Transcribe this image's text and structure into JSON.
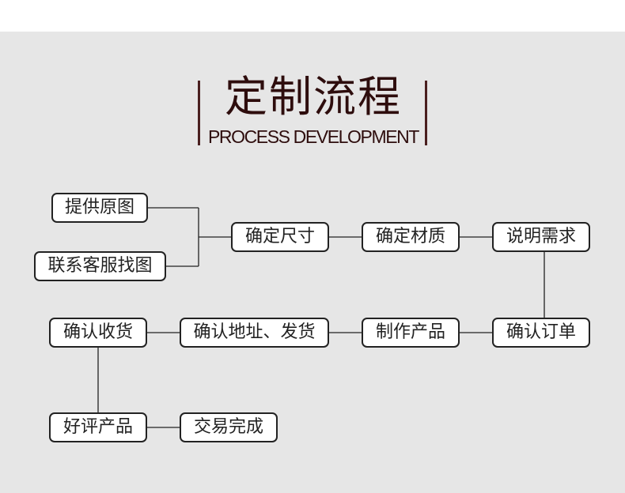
{
  "header": {
    "title": "定制流程",
    "subtitle": "PROCESS DEVELOPMENT"
  },
  "steps": {
    "provide_image": "提供原图",
    "contact_service": "联系客服找图",
    "confirm_size": "确定尺寸",
    "confirm_material": "确定材质",
    "explain_needs": "说明需求",
    "confirm_order": "确认订单",
    "make_product": "制作产品",
    "confirm_address": "确认地址、发货",
    "confirm_receipt": "确认收货",
    "good_review": "好评产品",
    "deal_complete": "交易完成"
  },
  "colors": {
    "accent": "#4a1f1f",
    "title_text": "#2e0d0d",
    "background": "#e6e6e6",
    "node_border": "#222222",
    "node_fill": "#ffffff"
  }
}
